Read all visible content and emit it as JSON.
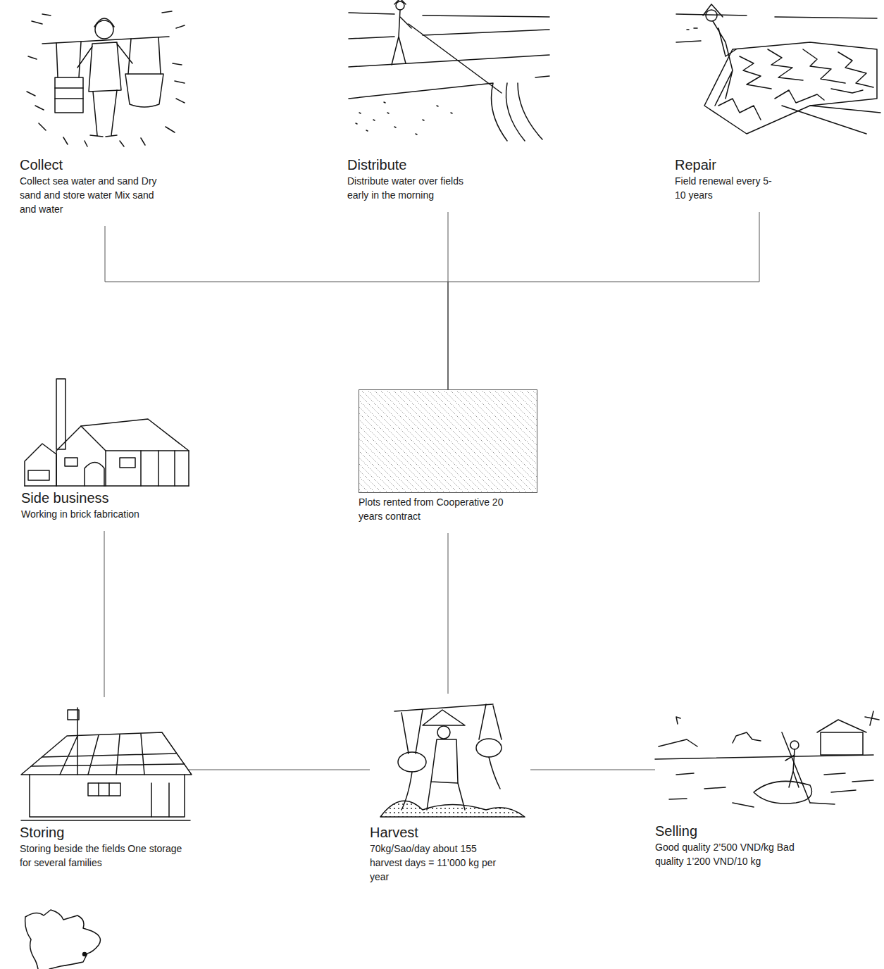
{
  "diagram": {
    "nodes": [
      {
        "text": [
          "Collect",
          "Collect sea water and sand Dry sand and store water Mix sand and water"
        ]
      },
      {
        "text": [
          "Distribute",
          "Distribute water over fields early in the morning"
        ]
      },
      {
        "text": [
          "Repair",
          "Field renewal every 5-10 years"
        ]
      },
      {
        "text": [
          "Side business",
          "Working in brick fabrication"
        ]
      },
      {
        "text": [
          "Plots rented from Cooperative 20 years contract"
        ]
      },
      {
        "text": [
          "Storing",
          "Storing beside the fields One storage for several families"
        ]
      },
      {
        "text": [
          "Harvest",
          "70kg/Sao/day about 155 harvest days = 11’000 kg per year"
        ]
      },
      {
        "text": [
          "Selling",
          "Good quality 2’500 VND/kg Bad quality 1’200 VND/10 kg"
        ]
      }
    ],
    "edges": [
      {
        "from": 0,
        "to": 4,
        "arrow": "none"
      },
      {
        "from": 1,
        "to": 4,
        "arrow": "none"
      },
      {
        "from": 2,
        "to": 4,
        "arrow": "none"
      },
      {
        "from": 4,
        "to": 6,
        "arrow": "none"
      },
      {
        "from": 3,
        "to": 5,
        "arrow": "none"
      },
      {
        "from": 6,
        "to": 5,
        "arrow": "none"
      },
      {
        "from": 6,
        "to": 7,
        "arrow": "none"
      }
    ]
  }
}
